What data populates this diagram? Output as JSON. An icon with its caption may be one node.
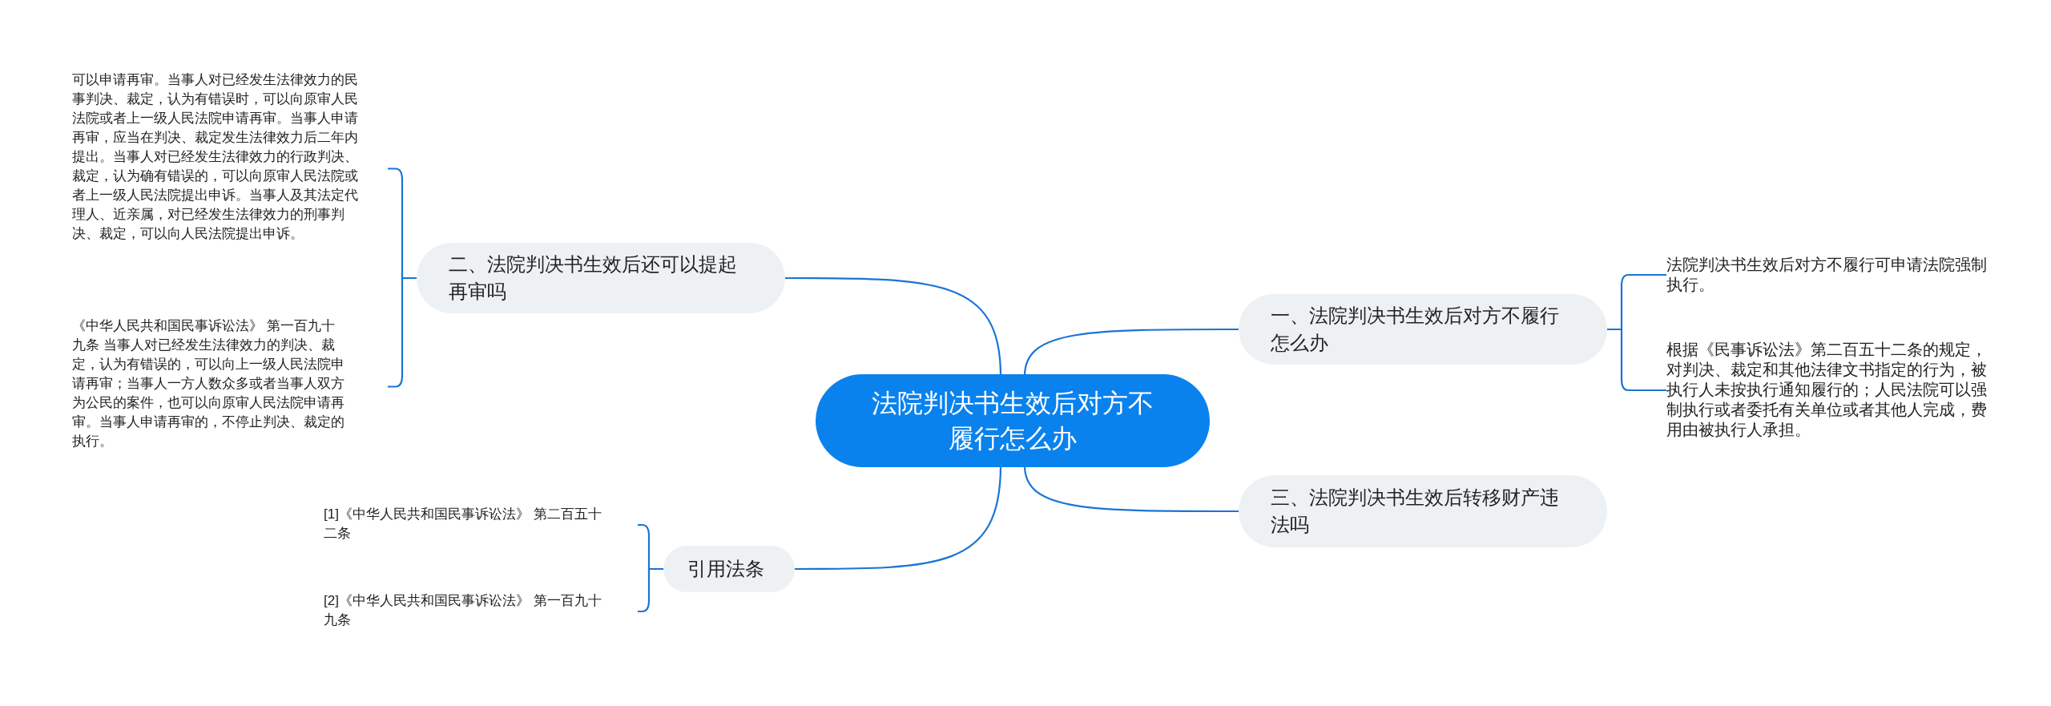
{
  "diagram": {
    "nodes": [
      {
        "text": [
          "法院判决书生效后对方不履行怎么办"
        ]
      },
      {
        "text": [
          "一、法院判决书生效后对方不履行怎么办"
        ]
      },
      {
        "text": [
          "法院判决书生效后对方不履行可申请法院强制执行。"
        ]
      },
      {
        "text": [
          "根据《民事诉讼法》第二百五十二条的规定，对判决、裁定和其他法律文书指定的行为，被执行人未按执行通知履行的；人民法院可以强制执行或者委托有关单位或者其他人完成，费用由被执行人承担。"
        ]
      },
      {
        "text": [
          "二、法院判决书生效后还可以提起再审吗"
        ]
      },
      {
        "text": [
          "可以申请再审。当事人对已经发生法律效力的民事判决、裁定，认为有错误时，可以向原审人民法院或者上一级人民法院申请再审。当事人申请再审，应当在判决、裁定发生法律效力后二年内提出。当事人对已经发生法律效力的行政判决、裁定，认为确有错误的，可以向原审人民法院或者上一级人民法院提出申诉。当事人及其法定代理人、近亲属，对已经发生法律效力的刑事判决、裁定，可以向人民法院提出申诉。"
        ]
      },
      {
        "text": [
          "《中华人民共和国民事诉讼法》 第一百九十九条 当事人对已经发生法律效力的判决、裁定，认为有错误的，可以向上一级人民法院申请再审；当事人一方人数众多或者当事人双方为公民的案件，也可以向原审人民法院申请再审。当事人申请再审的，不停止判决、裁定的执行。"
        ]
      },
      {
        "text": [
          "三、法院判决书生效后转移财产违法吗"
        ]
      },
      {
        "text": [
          "引用法条"
        ]
      },
      {
        "text": [
          "[1]《中华人民共和国民事诉讼法》 第二百五十二条"
        ]
      },
      {
        "text": [
          "[2]《中华人民共和国民事诉讼法》 第一百九十九条"
        ]
      }
    ],
    "edges": [
      {
        "from": 0,
        "to": 1,
        "arrow": "none"
      },
      {
        "from": 1,
        "to": 2,
        "arrow": "none"
      },
      {
        "from": 1,
        "to": 3,
        "arrow": "none"
      },
      {
        "from": 0,
        "to": 4,
        "arrow": "none"
      },
      {
        "from": 4,
        "to": 5,
        "arrow": "none"
      },
      {
        "from": 4,
        "to": 6,
        "arrow": "none"
      },
      {
        "from": 0,
        "to": 7,
        "arrow": "none"
      },
      {
        "from": 0,
        "to": 8,
        "arrow": "none"
      },
      {
        "from": 8,
        "to": 9,
        "arrow": "none"
      },
      {
        "from": 8,
        "to": 10,
        "arrow": "none"
      }
    ]
  }
}
